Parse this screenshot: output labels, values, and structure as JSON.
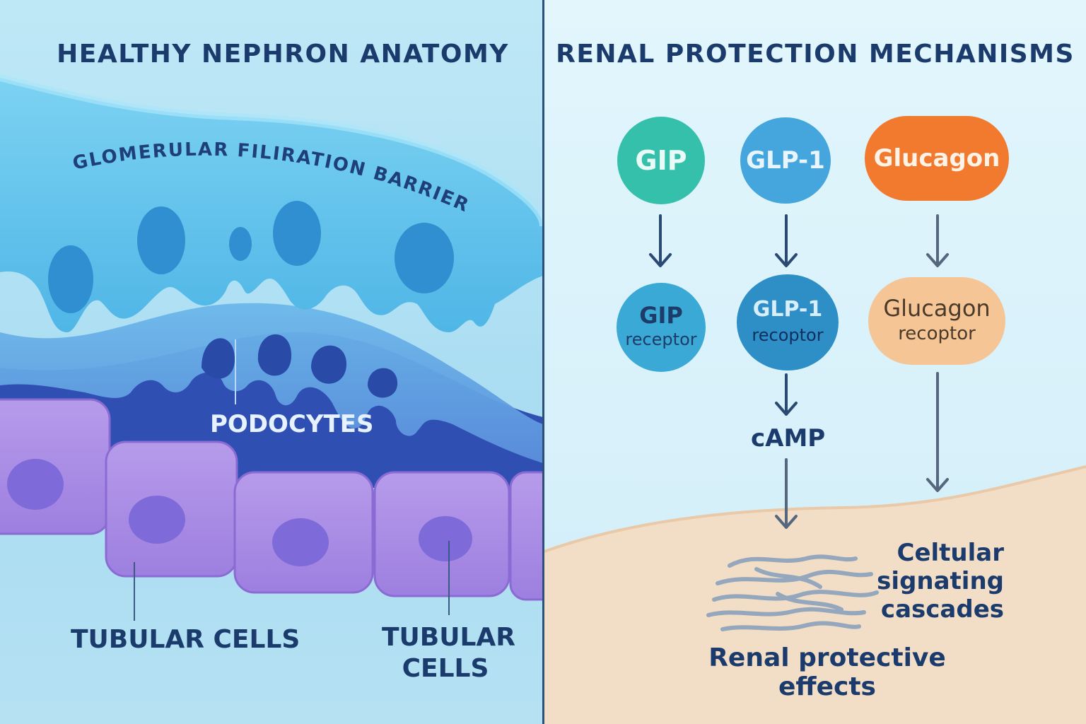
{
  "left": {
    "title": "HEALTHY NEPHRON ANATOMY",
    "barrier_label": "GLOMERULAR FILIRATION BARRIER",
    "podocytes_label": "PODOCYTES",
    "tubular_label_1": "TUBULAR CELLS",
    "tubular_label_2_line1": "TUBULAR",
    "tubular_label_2_line2": "CELLS"
  },
  "right": {
    "title": "RENAL PROTECTION MECHANISMS",
    "hormones": [
      {
        "label": "GIP",
        "color": "#34c0aa"
      },
      {
        "label": "GLP-1",
        "color": "#44a6dc"
      },
      {
        "label": "Glucagon",
        "color": "#f27a2e"
      }
    ],
    "receptors": [
      {
        "line1": "GIP",
        "line2": "receptor",
        "color": "#3aa9d6"
      },
      {
        "line1": "GLP-1",
        "line2": "recoptor",
        "color": "#2e8fc7"
      },
      {
        "line1": "Glucagon",
        "line2": "recoptor",
        "color": "#f6c596"
      }
    ],
    "camp_label": "cAMP",
    "signaling_line1": "Celtular",
    "signaling_line2": "signating",
    "signaling_line3": "cascades",
    "effects_label": "Renal protective effects"
  },
  "colors": {
    "title": "#1b3b6d",
    "arrow": "#2a4a74",
    "glucagon_arrow": "#55677d"
  }
}
